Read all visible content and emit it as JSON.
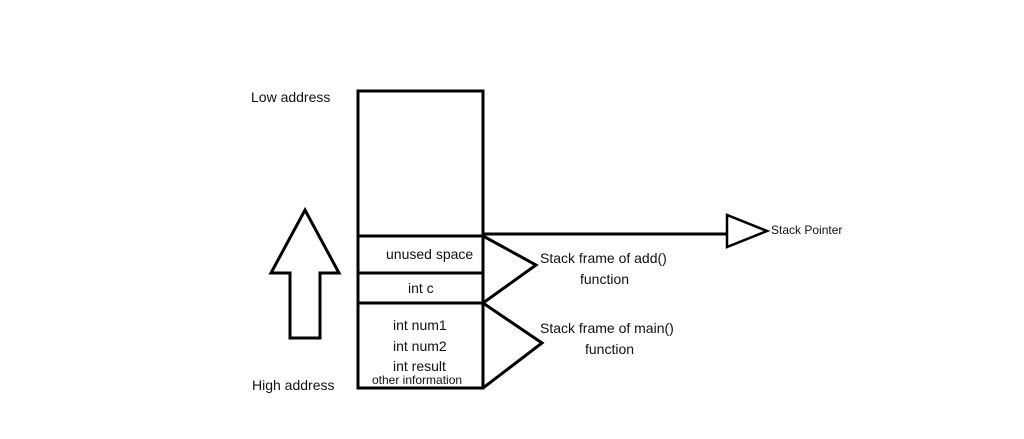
{
  "labels": {
    "low_address": "Low address",
    "high_address": "High address",
    "unused_space": "unused space",
    "int_c": "int c",
    "int_num1": "int num1",
    "int_num2": "int num2",
    "int_result": "int result",
    "other_information": "other information",
    "stack_frame_add_line1": "Stack frame of add()",
    "stack_frame_add_line2": "function",
    "stack_frame_main_line1": "Stack frame of main()",
    "stack_frame_main_line2": "function",
    "stack_pointer": "Stack Pointer"
  },
  "colors": {
    "stroke": "#000000",
    "background": "#ffffff"
  }
}
